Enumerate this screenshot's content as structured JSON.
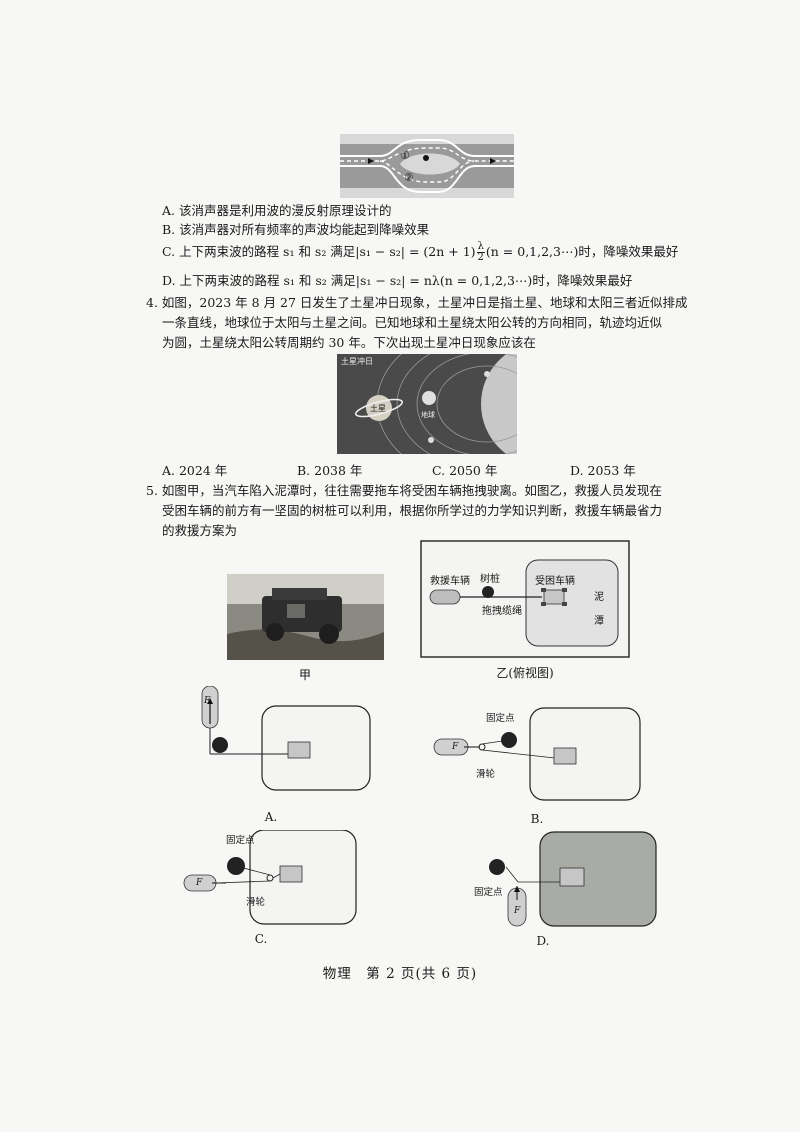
{
  "q3": {
    "figure_labels": [
      "①",
      "②"
    ],
    "options": {
      "A": "A. 该消声器是利用波的漫反射原理设计的",
      "B": "B. 该消声器对所有频率的声波均能起到降噪效果",
      "C_prefix": "C. 上下两束波的路程 s₁ 和 s₂ 满足|s₁ − s₂| = (2n + 1)",
      "C_frac_num": "λ",
      "C_frac_den": "2",
      "C_suffix": "(n = 0,1,2,3⋯)时，降噪效果最好",
      "D": "D. 上下两束波的路程 s₁ 和 s₂ 满足|s₁ − s₂| = nλ(n = 0,1,2,3⋯)时，降噪效果最好"
    }
  },
  "q4": {
    "stem_lines": [
      "4. 如图，2023 年 8 月 27 日发生了土星冲日现象，土星冲日是指土星、地球和太阳三者近似排成",
      "一条直线，地球位于太阳与土星之间。已知地球和土星绕太阳公转的方向相同，轨迹均近似",
      "为圆，土星绕太阳公转周期约 30 年。下次出现土星冲日现象应该在"
    ],
    "figure_labels": {
      "title": "土星冲日",
      "saturn": "土星",
      "earth": "地球"
    },
    "options": [
      "A. 2024 年",
      "B. 2038 年",
      "C. 2050 年",
      "D. 2053 年"
    ]
  },
  "q5": {
    "stem_lines": [
      "5. 如图甲，当汽车陷入泥潭时，往往需要拖车将受困车辆拖拽驶离。如图乙，救援人员发现在",
      "受困车辆的前方有一坚固的树桩可以利用，根据你所学过的力学知识判断，救援车辆最省力",
      "的救援方案为"
    ],
    "fig_jia_caption": "甲",
    "fig_yi_caption": "乙(俯视图)",
    "fig_yi_labels": {
      "rescue": "救援车辆",
      "stump": "树桩",
      "stuck": "受困车辆",
      "rope": "拖拽缆绳",
      "mud1": "泥",
      "mud2": "潭"
    },
    "force_label": "F",
    "fixed_point": "固定点",
    "pulley": "滑轮",
    "option_letters": [
      "A.",
      "B.",
      "C.",
      "D."
    ]
  },
  "footer": "物理　第 2 页(共 6 页)"
}
